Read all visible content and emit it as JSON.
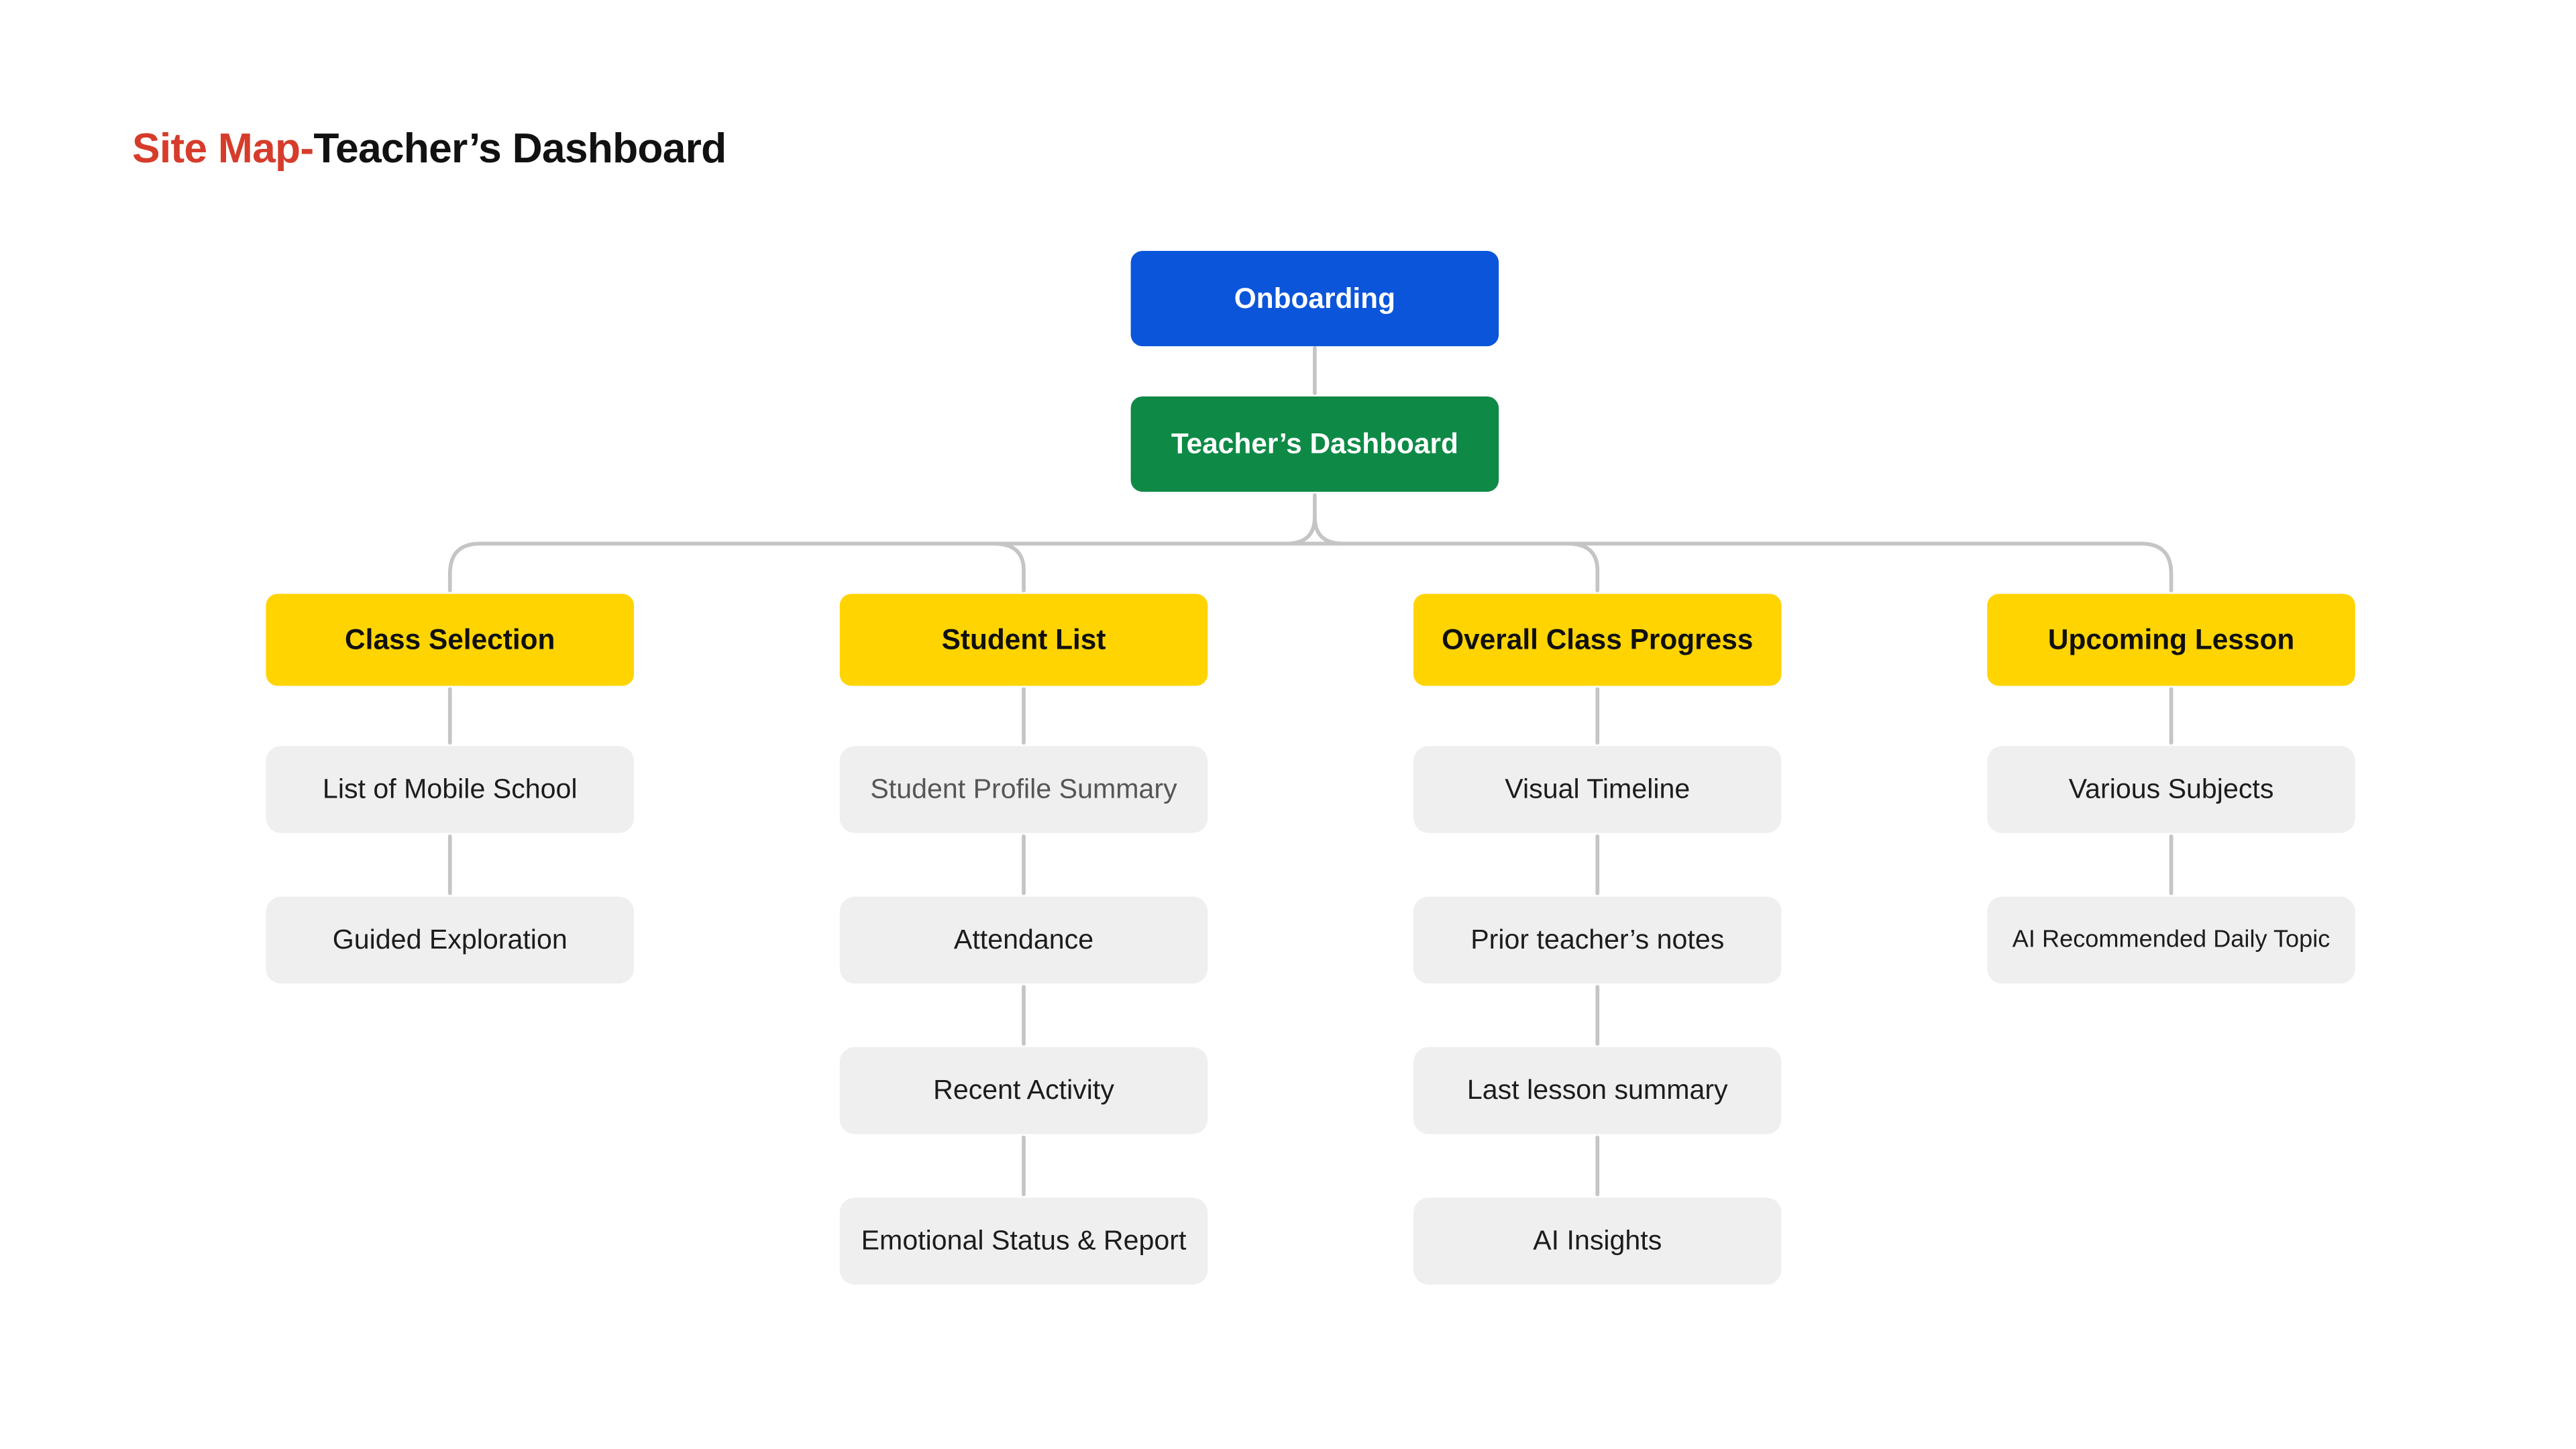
{
  "title": {
    "prefix": "Site Map-",
    "main": "Teacher’s Dashboard"
  },
  "colors": {
    "title_prefix_red": "#D63C2B",
    "title_main_black": "#111111",
    "onboarding_blue": "#0B55DB",
    "dashboard_green": "#0E8A46",
    "branch_yellow": "#FFD400",
    "leaf_gray_bg": "#EFEFEF",
    "connector_gray": "#C5C5C5"
  },
  "roots": [
    {
      "label": "Onboarding",
      "color": "#0B55DB"
    },
    {
      "label": "Teacher’s Dashboard",
      "color": "#0E8A46"
    }
  ],
  "branches": [
    {
      "label": "Class Selection",
      "children": [
        {
          "label": "List of Mobile School"
        },
        {
          "label": "Guided Exploration"
        }
      ]
    },
    {
      "label": "Student List",
      "children": [
        {
          "label": "Student Profile Summary",
          "muted": true
        },
        {
          "label": "Attendance"
        },
        {
          "label": "Recent Activity"
        },
        {
          "label": "Emotional Status & Report"
        }
      ]
    },
    {
      "label": "Overall Class Progress",
      "children": [
        {
          "label": "Visual Timeline"
        },
        {
          "label": "Prior teacher’s notes"
        },
        {
          "label": "Last lesson summary"
        },
        {
          "label": "AI Insights"
        }
      ]
    },
    {
      "label": "Upcoming Lesson",
      "children": [
        {
          "label": "Various Subjects"
        },
        {
          "label": "AI Recommended Daily Topic",
          "small": true
        }
      ]
    }
  ]
}
